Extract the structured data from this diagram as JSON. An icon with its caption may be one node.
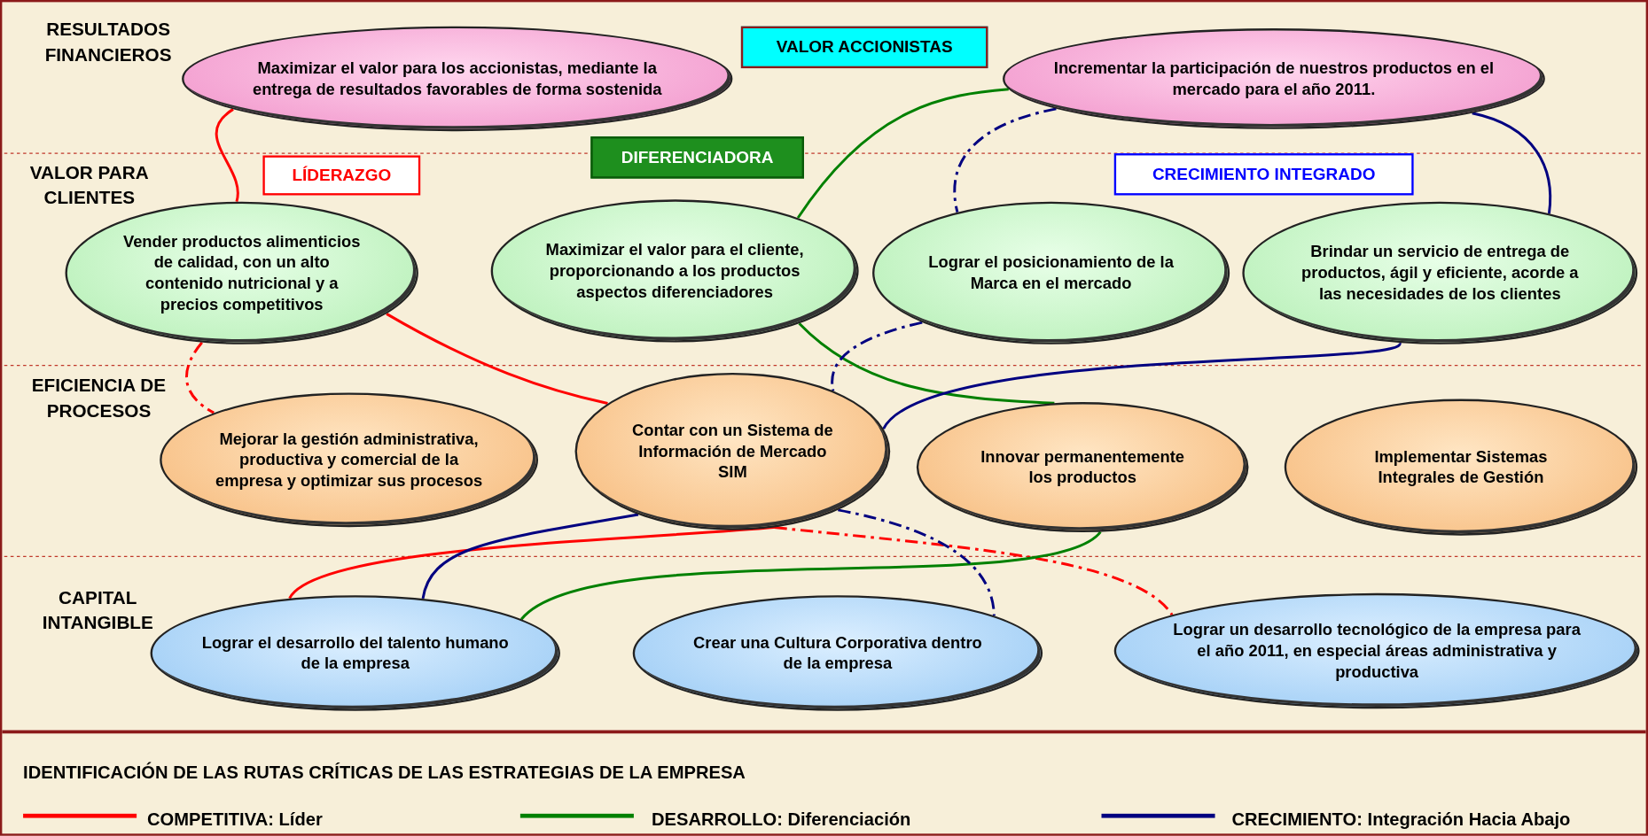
{
  "diagram": {
    "title": "IDENTIFICACIÓN DE LAS RUTAS CRÍTICAS DE LAS ESTRATEGIAS DE LA EMPRESA",
    "nodes": [
      {
        "text": [
          "Maximizar el valor para los accionistas, mediante la entrega de resultados favorables de forma sostenida"
        ]
      },
      {
        "text": [
          "VALOR ACCIONISTAS"
        ]
      },
      {
        "text": [
          "Incrementar la participación de nuestros productos en el mercado para el año 2011."
        ]
      },
      {
        "text": [
          "LÍDERAZGO"
        ]
      },
      {
        "text": [
          "DIFERENCIADORA"
        ]
      },
      {
        "text": [
          "CRECIMIENTO INTEGRADO"
        ]
      },
      {
        "text": [
          "Vender productos alimenticios de calidad, con un alto contenido nutricional y a precios competitivos"
        ]
      },
      {
        "text": [
          "Maximizar el valor para el cliente, proporcionando a los productos aspectos diferenciadores"
        ]
      },
      {
        "text": [
          "Lograr el posicionamiento de la Marca en el mercado"
        ]
      },
      {
        "text": [
          "Brindar un servicio de entrega de productos, ágil y eficiente, acorde a las necesidades de los clientes"
        ]
      },
      {
        "text": [
          "Mejorar la gestión administrativa, productiva y comercial de la empresa y optimizar sus procesos"
        ]
      },
      {
        "text": [
          "Contar con un Sistema de Información de Mercado SIM"
        ]
      },
      {
        "text": [
          "Innovar permanentemente los productos"
        ]
      },
      {
        "text": [
          "Implementar Sistemas Integrales de Gestión"
        ]
      },
      {
        "text": [
          "Lograr el desarrollo del talento humano de la empresa"
        ]
      },
      {
        "text": [
          "Crear una Cultura Corporativa dentro de la empresa"
        ]
      },
      {
        "text": [
          "Lograr un desarrollo tecnológico de la empresa para el año 2011, en especial áreas administrativa y productiva"
        ]
      }
    ],
    "edges": [
      {
        "from": 0,
        "to": 6,
        "arrow": "none",
        "color": "#ff0000"
      },
      {
        "from": 6,
        "to": 10,
        "arrow": "none",
        "style": "dashed",
        "color": "#ff0000"
      },
      {
        "from": 6,
        "to": 11,
        "arrow": "none",
        "color": "#ff0000"
      },
      {
        "from": 14,
        "to": 11,
        "arrow": "none",
        "color": "#ff0000"
      },
      {
        "from": 11,
        "to": 16,
        "arrow": "none",
        "style": "dashed",
        "color": "#ff0000"
      },
      {
        "from": 7,
        "to": 2,
        "arrow": "none",
        "color": "#008000"
      },
      {
        "from": 7,
        "to": 12,
        "arrow": "none",
        "color": "#008000"
      },
      {
        "from": 14,
        "to": 12,
        "arrow": "none",
        "color": "#008000"
      },
      {
        "from": 2,
        "to": 8,
        "arrow": "none",
        "style": "dashed",
        "color": "#000080"
      },
      {
        "from": 2,
        "to": 9,
        "arrow": "none",
        "color": "#000080"
      },
      {
        "from": 8,
        "to": 11,
        "arrow": "none",
        "style": "dashed",
        "color": "#000080"
      },
      {
        "from": 9,
        "to": 11,
        "arrow": "none",
        "color": "#000080"
      },
      {
        "from": 11,
        "to": 14,
        "arrow": "none",
        "color": "#000080"
      },
      {
        "from": 11,
        "to": 15,
        "arrow": "none",
        "style": "dashed",
        "color": "#000080"
      }
    ],
    "labels": [
      "RESULTADOS FINANCIEROS",
      "VALOR PARA CLIENTES",
      "EFICIENCIA DE PROCESOS",
      "CAPITAL INTANGIBLE"
    ],
    "legend": [
      {
        "text": "COMPETITIVA: Líder",
        "color": "#ff0000"
      },
      {
        "text": "DESARROLLO: Diferenciación",
        "color": "#008000"
      },
      {
        "text": "CRECIMIENTO: Integración Hacia Abajo",
        "color": "#000080"
      }
    ]
  }
}
